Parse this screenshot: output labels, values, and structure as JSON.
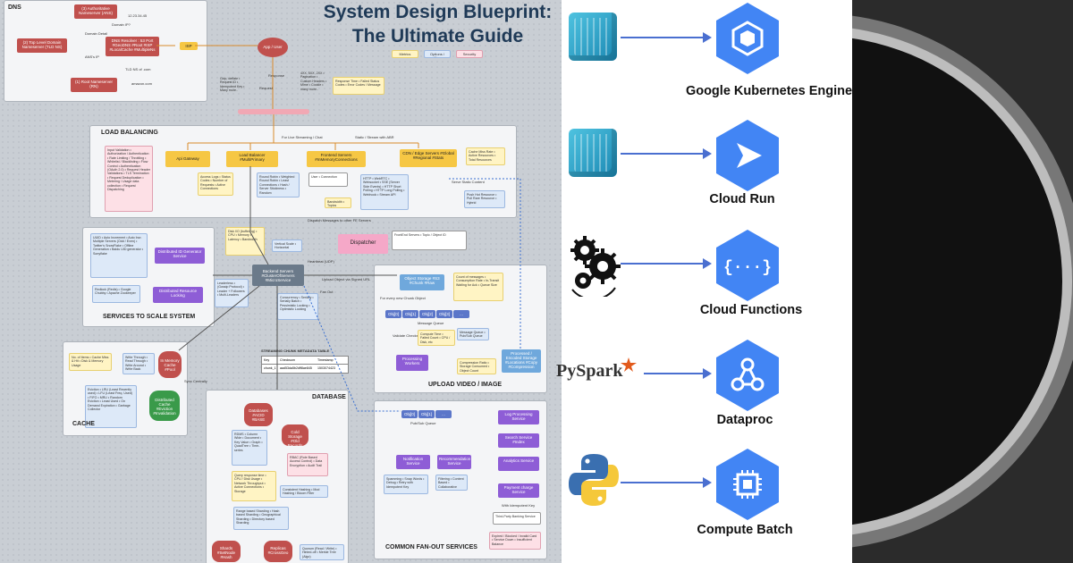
{
  "blueprint": {
    "title": "System Design Blueprint: The Ultimate Guide",
    "legend": [
      "Metrics",
      "Options / Algo",
      "Security"
    ],
    "dns": {
      "title": "DNS",
      "authoritative": "(3) Authoritative Nameserver (ANS)",
      "tld": "(2) Top Level Domain Nameserver (TLD NS)",
      "root": "(1) Root Nameserver (RN)",
      "resolver": "DNS Resolver : 53 Port #GeoDNS #Root #ISP #LocalCache #MultipleNs",
      "isp": "ISP",
      "ip": "12.23.34.45",
      "domain_ip": "Domain IP?",
      "domain_detail": "Domain Detail",
      "ans_ip": "ANS's IP",
      "tld_ns": "TLD NS of .com",
      "amazon": "amazon.com"
    },
    "client": {
      "app_user": "App / User",
      "request": "Request",
      "response": "Response",
      "request_notes": "Gzip, deflate • Request ID • Idempotent Key • Many more..",
      "response_notes": "4XX, 5XX, 2XX • Pagination • Custom Headers • Mime • Cookie • many more..",
      "metrics": "Response Time • Failed Status Codes • Error Codes / Message"
    },
    "load_balancing": {
      "title": "LOAD BALANCING",
      "live": "For Live Streaming / Chat",
      "static": "Static / Stream with ABR",
      "api_gateway": "Api Gateway",
      "lb": "Load Balancer #MultiPrimary",
      "frontend": "Frontend Servers #InMemoryConnections",
      "cdn": "CDN / Edge Servers #Global #Regional #Stats",
      "security_notes": "Input Validation • Authorization / Authentication • Rate Limiting / Throttling • Whitelist / Blacklisting • Flow Control • Authentication (OAuth 2.0) • Request Header Validations • TLS Termination • Request Deduplication • Metering / Usage data collection • Request Dispatching",
      "lb_metrics": "Access Logs • Status Codes • Number of Requests • Active Connections",
      "lb_algo": "Round Robin • Weighted Round Robin • Least Connections • Hash / Server Stickiness • Random",
      "ws": "HTTP • WebRTC • Websocket • SSE (Server Side Events) • HTTP Short Polling • HTTP Long Polling • Webhook • Stream API",
      "cdn_metrics": "Cache Miss Rate • Active Resources • Total Resources",
      "cdn_algo": "Push Hot Resource • Pull Rare Resource • Hybrid",
      "serve": "Serve Static Content",
      "user_conn": "User • Connection",
      "bw": "Bandwidth • Topics",
      "dispatch_msg": "Dispatch Messages to other FE Servers",
      "dispatcher": "Dispatcher",
      "fe_table": "FrontEnd Servers • Topic / Object ID"
    },
    "scale": {
      "title": "SERVICES TO SCALE SYSTEM",
      "id_gen": "Distributed ID Generator Service",
      "lock": "Distributed Resource Locking",
      "id_notes": "UUID • Auto Increment • Auto Incr. Multiple Servers (Odd / Even) • Twitter's SnowFlake • Offline Generation • Baidu UID generator • Sonyflake",
      "lock_notes": "Redlock (Redis) • Google Chubby • Apache Zookeeper",
      "backend": "Backend Servers #ClusterOfServers #MicroService",
      "backend_metrics": "Disk I/O (buffering) • CPU • Memory • Latency • Bandwidth",
      "scale_notes": "Vertical Scale • Horizontal",
      "leader": "Leaderless • (Gossip Protocol) • Leader + Followers • Multi-Leaders",
      "concurrency": "Concurrency • Serially • Serially Batch • Pessimistic Locking • Optimistic Locking",
      "heartbeat": "Heartbeat (UDP)",
      "upload": "Upload Object via Signed URL",
      "fan_out": "Fan Out"
    },
    "cache": {
      "title": "CACHE",
      "in_memory": "In Memory Cache #Pool",
      "distributed": "Distributed Cache #Eviction #Invalidation",
      "metrics": "No. of Items • Cache Miss & Hit • Disk & Memory Usage",
      "writes": "Write Through • Read Through • Write Around • Write Back",
      "eviction": "Eviction • LRU (Least Recently used) • LFU (Least Freq. Used) • FIFO • MRU • Random Eviction • Least Used • On Demand Expiration • Garbage Collector",
      "sync": "Sync Centrally"
    },
    "upload_video": {
      "title": "UPLOAD VIDEO / IMAGE",
      "storage": "Object Storage #S3 #Chunk #Raw",
      "chunk": "For every new Chunk Object",
      "mq": "Message Queue",
      "slots": [
        "Obj[0]",
        "Obj[1]",
        "Obj[2]",
        "Obj[3]",
        "..."
      ],
      "storage_metrics": "Count of messages • Consumption Rate • In-Transit Waiting for Ack • Queue Size",
      "validate": "Validate Checksum",
      "workers": "Processing Workers",
      "worker_metrics": "Compute Time • Failed Count • CPU / Disk, etc",
      "queue_tech": "Message Queue • Pub/Sub Queue",
      "processed": "Processed / Encoded Storage #Locations #Copy #Compression",
      "compression": "Compression Ratio • Storage Consumed • Object Count"
    },
    "metadata": {
      "title": "STREAMING CHUNK METADATA TABLE",
      "headers": [
        "Key",
        "Checksum",
        "Timestamp"
      ],
      "row": [
        "chunk_1",
        "aad53da5b2dff8ae845",
        "1503074423"
      ]
    },
    "database": {
      "title": "DATABASE",
      "db": "Databases #ACID #BASE",
      "cold": "Cold Storage #Old Records",
      "types": "RDMS • Column Wide • Document • Key Value • Graph • QuadTree • Time-series",
      "metrics": "Query response time • CPU / Disk Usage • Network Throughput • Active Connections • Storage",
      "security": "RBAC (Role Based Access Control) • Data Encryption • Audit Trail",
      "hashing": "Consistent Hashing • Mod Hashing / Bloom Filter",
      "sharding": "Range based Sharding • Hash based Sharding • Geographical Sharding • Directory based Sharding",
      "shards": "Shards #SetNode #Hash",
      "replicas": "Replicas #CrossGeo",
      "quorum": "Quorum (Read / Write) • Hinted-off • Merkle Tree (Algo)"
    },
    "fanout": {
      "title": "COMMON FAN-OUT SERVICES",
      "slots": [
        "Obj[0]",
        "Obj[1]",
        "..."
      ],
      "pubsub": "Pub/Sub Queue",
      "notification": "Notification Service",
      "recommendation": "Recommendation Service",
      "log": "Log Processing Service",
      "search": "Search Service #Index",
      "analytics": "Analytics Service",
      "payment": "Payment charge Service",
      "notif_notes": "Spamming • Snap Words • Debug • Retry with Idempotent Key",
      "reco_notes": "Filtering • Content Based • Collaborative",
      "idem": "With Idempotent Key",
      "third_party": "Third-Party Banking Service",
      "payment_err": "Expired / Blocked / Invalid Card • Service Down • Insufficient Balance"
    }
  },
  "services": [
    {
      "name": "Google Kubernetes Engine",
      "source_icon": "container-icon",
      "target_icon": "kubernetes-engine-icon"
    },
    {
      "name": "Cloud Run",
      "source_icon": "container-icon",
      "target_icon": "cloud-run-icon"
    },
    {
      "name": "Cloud Functions",
      "source_icon": "gears-icon",
      "target_icon": "cloud-functions-icon"
    },
    {
      "name": "Dataproc",
      "source_icon": "pyspark-logo",
      "source_label": "PySpark",
      "target_icon": "dataproc-icon"
    },
    {
      "name": "Compute Batch",
      "source_icon": "python-logo",
      "target_icon": "compute-engine-icon"
    }
  ],
  "colors": {
    "hex_blue": "#4285f4",
    "arrow": "#4a6fd0",
    "dark_panel": "#2b2b2b",
    "bp_title": "#1f3a57"
  }
}
